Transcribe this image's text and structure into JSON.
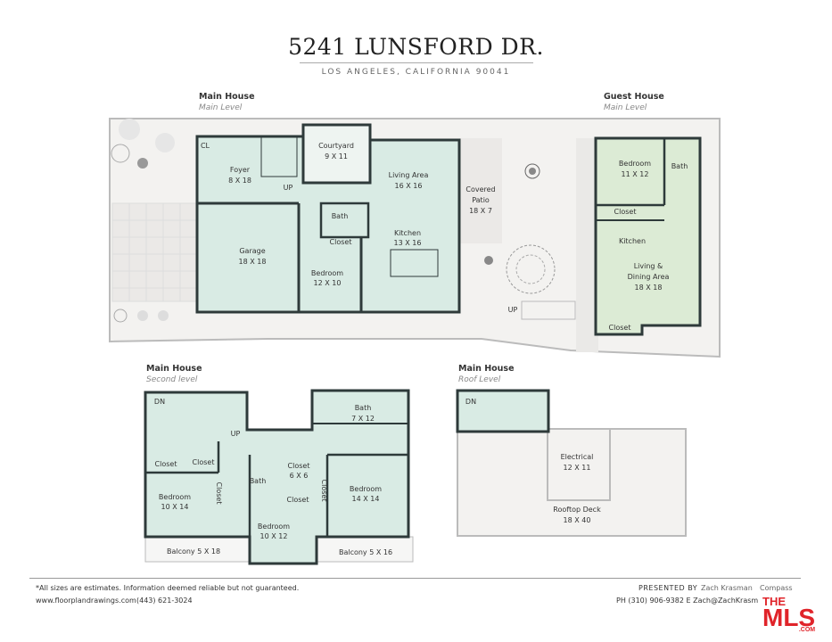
{
  "header": {
    "title": "5241 LUNSFORD DR.",
    "subtitle": "LOS ANGELES, CALIFORNIA  90041"
  },
  "colors": {
    "main_house_fill": "#d9ebe4",
    "guest_house_fill": "#dcebd5",
    "wall": "#2e3a3a",
    "exterior": "#f3f2f0",
    "mls_red": "#e0242a"
  },
  "sections": {
    "main_level": {
      "title": "Main House",
      "subtitle": "Main Level"
    },
    "guest_level": {
      "title": "Guest House",
      "subtitle": "Main Level"
    },
    "second_level": {
      "title": "Main House",
      "subtitle": "Second level"
    },
    "roof_level": {
      "title": "Main House",
      "subtitle": "Roof Level"
    }
  },
  "rooms": {
    "main": {
      "cl": "CL",
      "foyer": {
        "name": "Foyer",
        "size": "8 X 18"
      },
      "courtyard": {
        "name": "Courtyard",
        "size": "9 X 11"
      },
      "living": {
        "name": "Living Area",
        "size": "16 X 16"
      },
      "patio": {
        "name1": "Covered",
        "name2": "Patio",
        "size": "18 X 7"
      },
      "garage": {
        "name": "Garage",
        "size": "18 X 18"
      },
      "bath": "Bath",
      "closet": "Closet",
      "bedroom": {
        "name": "Bedroom",
        "size": "12 X 10"
      },
      "kitchen": {
        "name": "Kitchen",
        "size": "13 X 16"
      },
      "up1": "UP",
      "up2": "UP"
    },
    "guest": {
      "bedroom": {
        "name": "Bedroom",
        "size": "11 X 12"
      },
      "bath": "Bath",
      "closet": "Closet",
      "kitchen": "Kitchen",
      "living": {
        "name1": "Living &",
        "name2": "Dining Area",
        "size": "18 X 18"
      },
      "closet2": "Closet"
    },
    "second": {
      "dn": "DN",
      "up": "UP",
      "bath_master": {
        "name": "Bath",
        "size": "7 X 12"
      },
      "closet1": "Closet",
      "closet2": "Closet",
      "closet_6x6": {
        "name": "Closet",
        "size": "6 X 6"
      },
      "bath": "Bath",
      "closet_side": "Closet",
      "closet_small": "Closet",
      "closet_vert": "Closet",
      "bedroom_a": {
        "name": "Bedroom",
        "size": "10 X 14"
      },
      "bedroom_b": {
        "name": "Bedroom",
        "size": "10 X 12"
      },
      "bedroom_c": {
        "name": "Bedroom",
        "size": "14 X 14"
      },
      "balcony_a": "Balcony 5 X 18",
      "balcony_b": "Balcony 5 X 16"
    },
    "roof": {
      "dn": "DN",
      "electrical": {
        "name": "Electrical",
        "size": "12 X 11"
      },
      "deck": {
        "name": "Rooftop Deck",
        "size": "18 X 40"
      }
    }
  },
  "footer": {
    "disclaimer": "*All sizes are estimates. Information deemed reliable but not guaranteed.",
    "website": "www.floorplandrawings.com",
    "phone": "(443) 621-3024",
    "presented_by_label": "PRESENTED BY",
    "agent": "Zach Krasman",
    "brokerage": "Compass",
    "contact": "PH (310) 906-9382  E Zach@ZachKrasm",
    "logo_top": "THE",
    "logo_main": "MLS",
    "logo_suffix": ".COM"
  }
}
